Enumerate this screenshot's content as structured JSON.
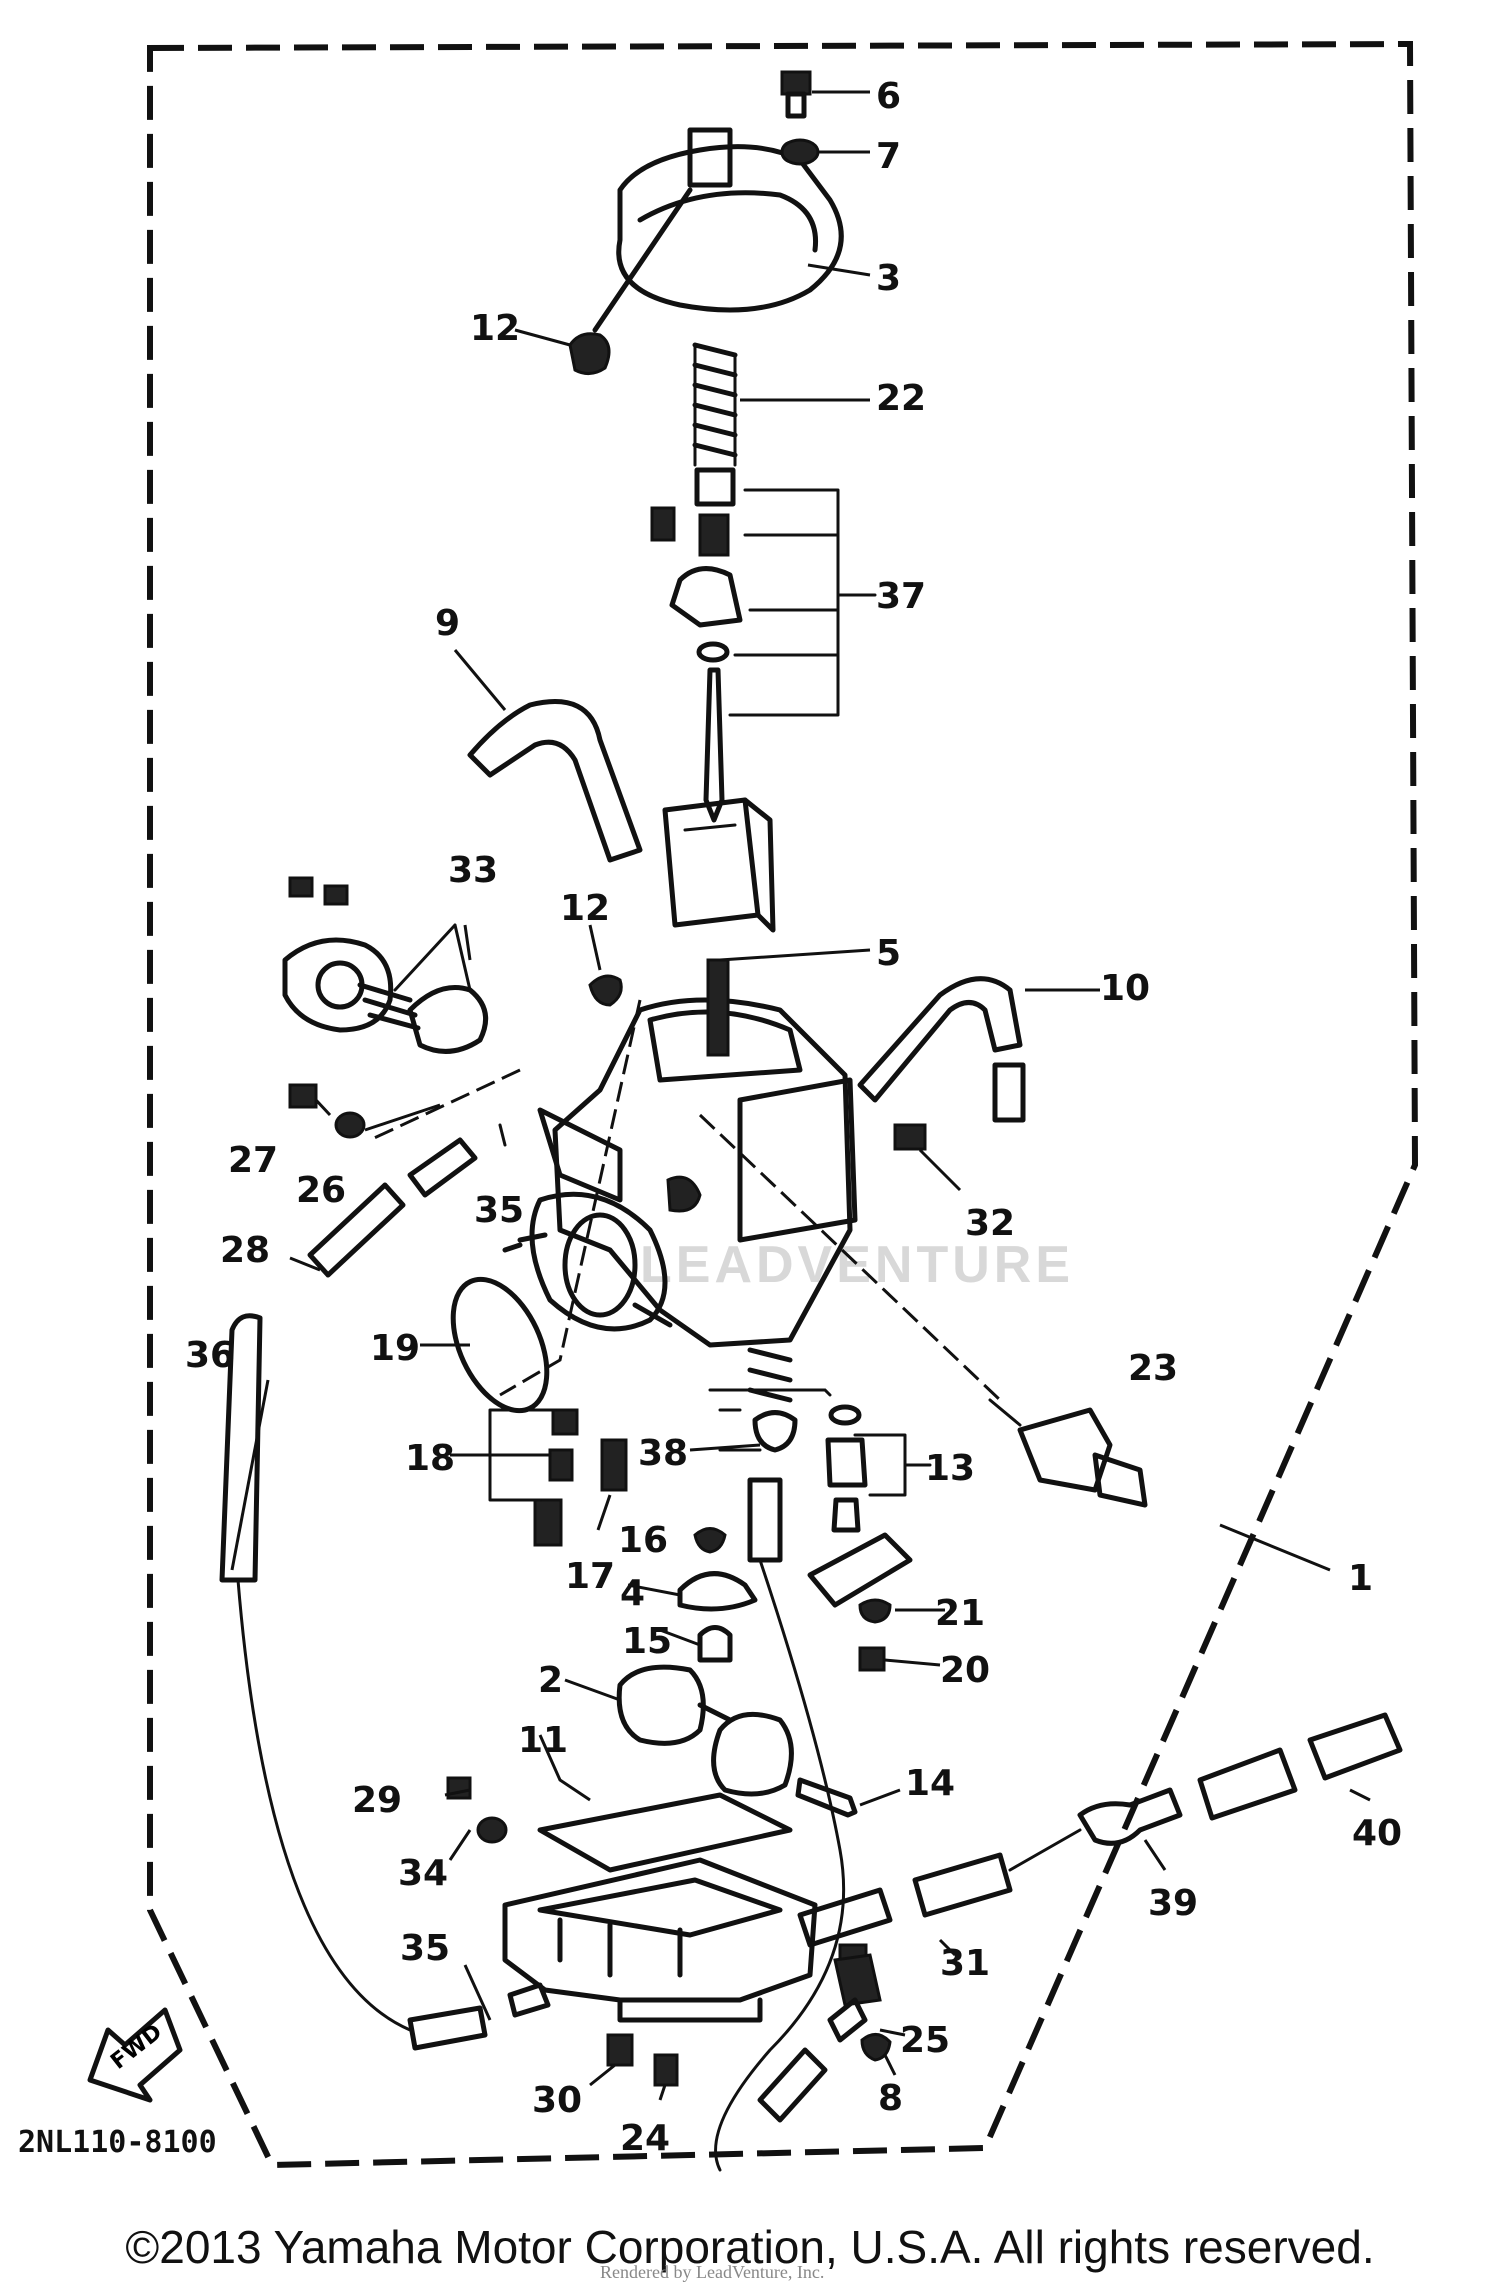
{
  "callouts": [
    {
      "id": "c6",
      "text": "6"
    },
    {
      "id": "c7",
      "text": "7"
    },
    {
      "id": "c3",
      "text": "3"
    },
    {
      "id": "c12a",
      "text": "12"
    },
    {
      "id": "c22",
      "text": "22"
    },
    {
      "id": "c37",
      "text": "37"
    },
    {
      "id": "c9",
      "text": "9"
    },
    {
      "id": "c33",
      "text": "33"
    },
    {
      "id": "c12b",
      "text": "12"
    },
    {
      "id": "c5",
      "text": "5"
    },
    {
      "id": "c10",
      "text": "10"
    },
    {
      "id": "c27",
      "text": "27"
    },
    {
      "id": "c26",
      "text": "26"
    },
    {
      "id": "c35a",
      "text": "35"
    },
    {
      "id": "c32",
      "text": "32"
    },
    {
      "id": "c28",
      "text": "28"
    },
    {
      "id": "c36",
      "text": "36"
    },
    {
      "id": "c19",
      "text": "19"
    },
    {
      "id": "c23",
      "text": "23"
    },
    {
      "id": "c18",
      "text": "18"
    },
    {
      "id": "c38",
      "text": "38"
    },
    {
      "id": "c13",
      "text": "13"
    },
    {
      "id": "c16",
      "text": "16"
    },
    {
      "id": "c17",
      "text": "17"
    },
    {
      "id": "c1",
      "text": "1"
    },
    {
      "id": "c4",
      "text": "4"
    },
    {
      "id": "c21",
      "text": "21"
    },
    {
      "id": "c15",
      "text": "15"
    },
    {
      "id": "c20",
      "text": "20"
    },
    {
      "id": "c2",
      "text": "2"
    },
    {
      "id": "c11",
      "text": "11"
    },
    {
      "id": "c14",
      "text": "14"
    },
    {
      "id": "c29",
      "text": "29"
    },
    {
      "id": "c40",
      "text": "40"
    },
    {
      "id": "c34",
      "text": "34"
    },
    {
      "id": "c39",
      "text": "39"
    },
    {
      "id": "c35b",
      "text": "35"
    },
    {
      "id": "c31",
      "text": "31"
    },
    {
      "id": "c25",
      "text": "25"
    },
    {
      "id": "c30",
      "text": "30"
    },
    {
      "id": "c8",
      "text": "8"
    },
    {
      "id": "c24",
      "text": "24"
    }
  ],
  "fwd_label": "FWD",
  "diagram_code": "2NL110-8100",
  "copyright": "©2013 Yamaha Motor Corporation, U.S.A. All rights reserved.",
  "watermark_line": "Rendered by LeadVenture, Inc.",
  "watermark_brand": "LEADVENTURE"
}
